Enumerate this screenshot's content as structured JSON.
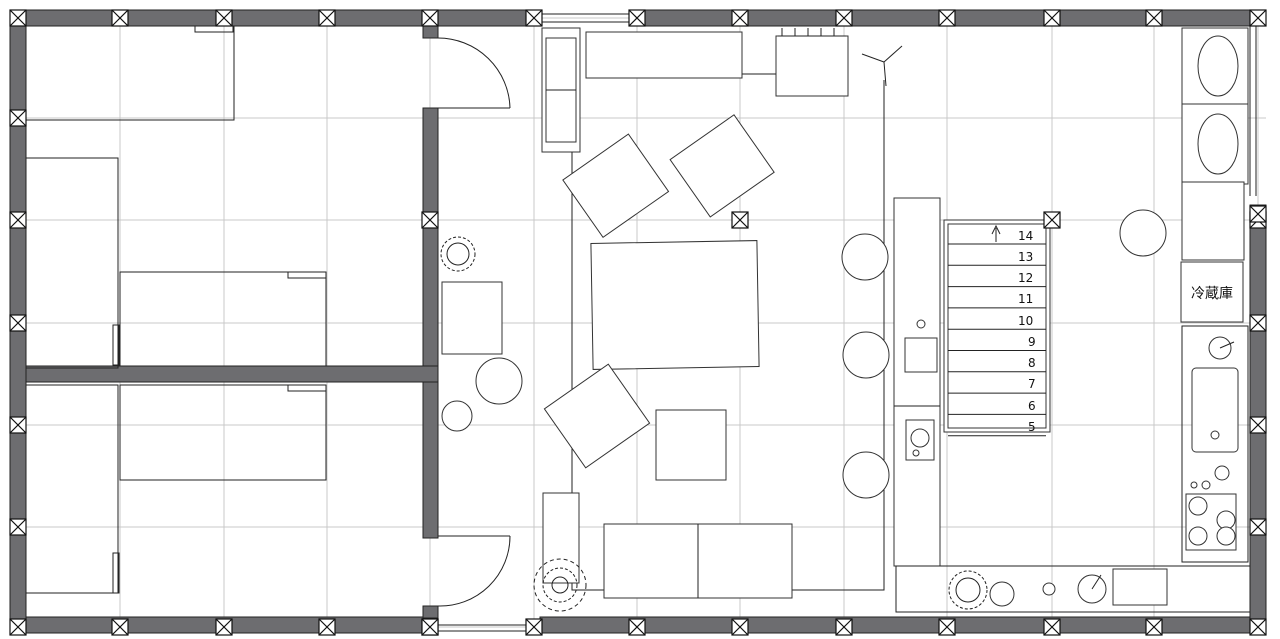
{
  "labels": {
    "refrigerator": "冷蔵庫"
  },
  "stairs": {
    "steps": [
      "14",
      "13",
      "12",
      "11",
      "10",
      "9",
      "8",
      "7",
      "6",
      "5"
    ]
  }
}
